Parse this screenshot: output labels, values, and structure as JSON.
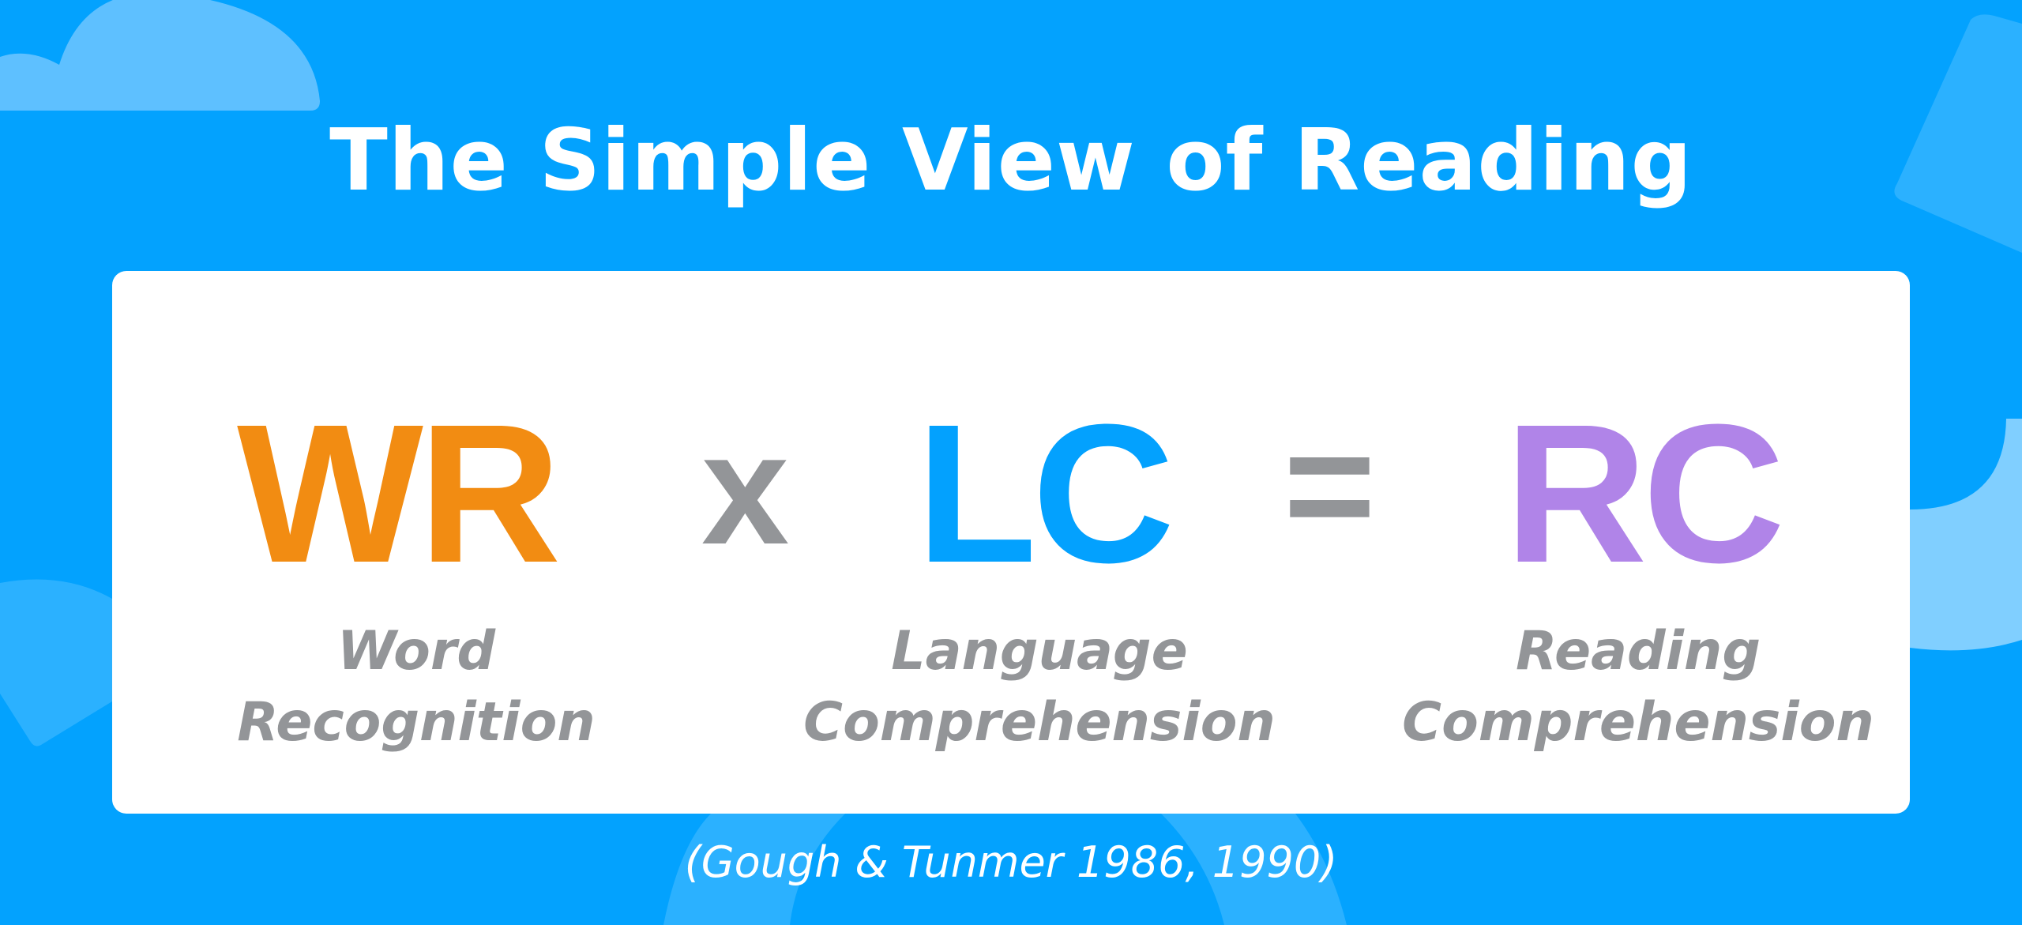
{
  "title": "The Simple View of Reading",
  "colors": {
    "background": "#03A2FE",
    "word_recognition": "#F28C12",
    "language_comprehension": "#03A1FE",
    "reading_comprehension": "#B084E8",
    "operator_gray": "#939598",
    "label_gray": "#939598",
    "shape_light": "#5EC0FF",
    "shape_lighter": "#80CFFF"
  },
  "equation": {
    "term1": {
      "abbr": "WR",
      "label_line1": "Word",
      "label_line2": "Recognition"
    },
    "operator1": "x",
    "term2": {
      "abbr": "LC",
      "label_line1": "Language",
      "label_line2": "Comprehension"
    },
    "operator2": "=",
    "result": {
      "abbr": "RC",
      "label_line1": "Reading",
      "label_line2": "Comprehension"
    }
  },
  "citation": "(Gough & Tunmer 1986, 1990)"
}
